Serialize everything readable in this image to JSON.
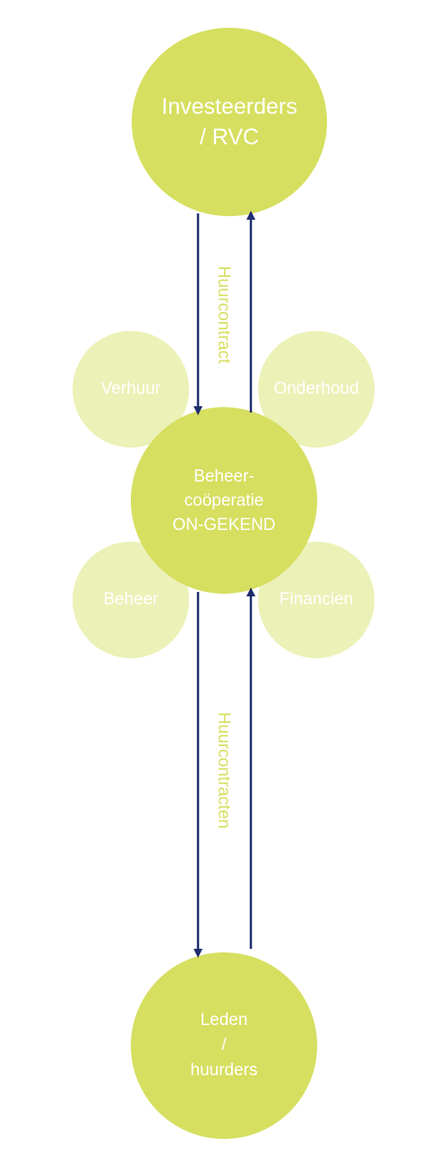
{
  "diagram": {
    "nodes": {
      "top": "Investeerders\n/ RVC",
      "middle": "Beheer-\ncoöperatie\nON-GEKEND",
      "bottom": "Leden\n/\nhuurders",
      "verhuur": "Verhuur",
      "onderhoud": "Onderhoud",
      "beheer": "Beheer",
      "financien": "Financien"
    },
    "edges": {
      "upper_label": "Huurcontract",
      "lower_label": "Huurcontracten"
    }
  },
  "colors": {
    "main_node": "#d6df5f",
    "side_node": "#ecf1b7",
    "arrow": "#1f2d6e",
    "label_text": "#d6df5f",
    "node_text": "#ffffff"
  }
}
